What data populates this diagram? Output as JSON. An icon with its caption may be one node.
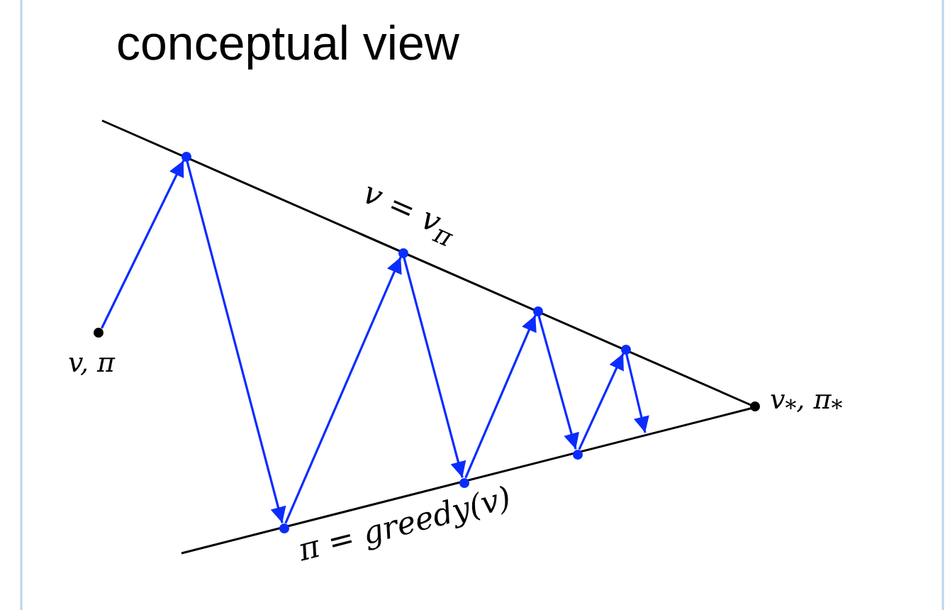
{
  "diagram": {
    "title": "conceptual view",
    "nodes": [
      {
        "text": [
          "v, π"
        ]
      },
      {
        "text": [],
        "shape": "circle"
      },
      {
        "text": [],
        "shape": "circle"
      },
      {
        "text": [],
        "shape": "circle"
      },
      {
        "text": [],
        "shape": "circle"
      },
      {
        "text": [],
        "shape": "circle"
      },
      {
        "text": [],
        "shape": "circle"
      },
      {
        "text": [],
        "shape": "circle"
      },
      {
        "text": [
          "v$_{*}$, π$_{*}$"
        ]
      }
    ],
    "edges": [
      {
        "from": 0,
        "to": 1,
        "arrow": "to"
      },
      {
        "from": 1,
        "to": 2,
        "arrow": "to"
      },
      {
        "from": 2,
        "to": 3,
        "arrow": "to"
      },
      {
        "from": 3,
        "to": 4,
        "arrow": "to"
      },
      {
        "from": 4,
        "to": 5,
        "arrow": "to"
      },
      {
        "from": 5,
        "to": 6,
        "arrow": "to"
      },
      {
        "from": 6,
        "to": 7,
        "arrow": "to"
      },
      {
        "from": 7,
        "to": null,
        "arrow": "to"
      }
    ],
    "labels": [
      "v = v$_{π}$",
      "π = greedy(v)"
    ]
  }
}
